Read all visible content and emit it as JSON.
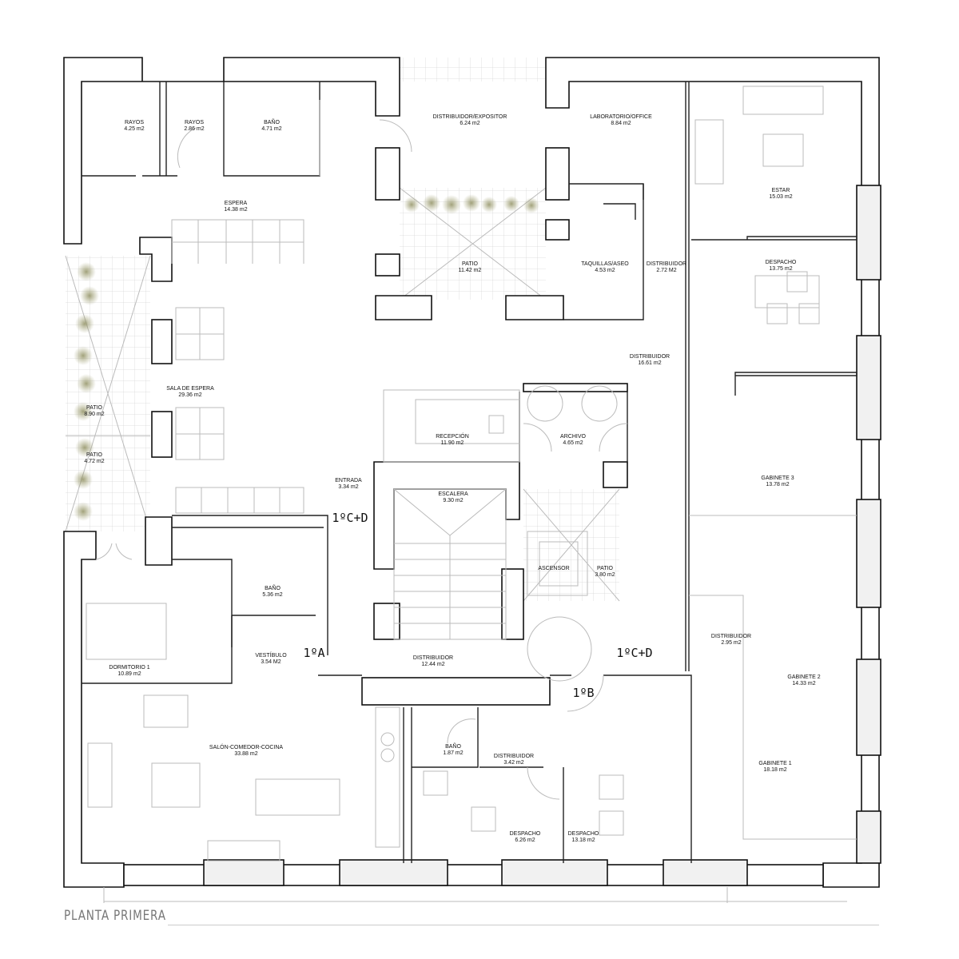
{
  "title": "PLANTA PRIMERA",
  "rooms": [
    {
      "name": "RAYOS",
      "area": "4.25 m2"
    },
    {
      "name": "RAYOS",
      "area": "2.86 m2"
    },
    {
      "name": "BAÑO",
      "area": "4.71 m2"
    },
    {
      "name": "DISTRIBUIDOR/EXPOSITOR",
      "area": "6.24 m2"
    },
    {
      "name": "LABORATORIO/OFFICE",
      "area": "8.84 m2"
    },
    {
      "name": "ESTAR",
      "area": "15.03 m2"
    },
    {
      "name": "ESPERA",
      "area": "14.38 m2"
    },
    {
      "name": "PATIO",
      "area": "11.42 m2"
    },
    {
      "name": "TAQUILLAS/ASEO",
      "area": "4.53 m2"
    },
    {
      "name": "DISTRIBUIDOR",
      "area": "2.72 M2"
    },
    {
      "name": "DESPACHO",
      "area": "13.75 m2"
    },
    {
      "name": "DISTRIBUIDOR",
      "area": "16.61 m2"
    },
    {
      "name": "SALA DE ESPERA",
      "area": "29.36 m2"
    },
    {
      "name": "PATIO",
      "area": "8.90 m2"
    },
    {
      "name": "PATIO",
      "area": "4.72 m2"
    },
    {
      "name": "RECEPCIÓN",
      "area": "11.90 m2"
    },
    {
      "name": "ARCHIVO",
      "area": "4.65 m2"
    },
    {
      "name": "GABINETE 3",
      "area": "13.78 m2"
    },
    {
      "name": "ENTRADA",
      "area": "3.34 m2"
    },
    {
      "name": "ESCALERA",
      "area": "9.30 m2"
    },
    {
      "name": "ASCENSOR",
      "area": ""
    },
    {
      "name": "PATIO",
      "area": "3.80 m2"
    },
    {
      "name": "BAÑO",
      "area": "5.36 m2"
    },
    {
      "name": "DISTRIBUIDOR",
      "area": "2.95 m2"
    },
    {
      "name": "VESTÍBULO",
      "area": "3.54 M2"
    },
    {
      "name": "DISTRIBUIDOR",
      "area": "12.44 m2"
    },
    {
      "name": "GABINETE 2",
      "area": "14.33 m2"
    },
    {
      "name": "DORMITORIO 1",
      "area": "10.89 m2"
    },
    {
      "name": "SALÓN-COMEDOR-COCINA",
      "area": "33.88 m2"
    },
    {
      "name": "BAÑO",
      "area": "1.87 m2"
    },
    {
      "name": "DISTRIBUIDOR",
      "area": "3.42 m2"
    },
    {
      "name": "GABINETE 1",
      "area": "18.18 m2"
    },
    {
      "name": "DESPACHO",
      "area": "6.26 m2"
    },
    {
      "name": "DESPACHO",
      "area": "13.18 m2"
    }
  ],
  "units": [
    "1ºC+D",
    "1ºA",
    "1ºC+D",
    "1ºB"
  ]
}
